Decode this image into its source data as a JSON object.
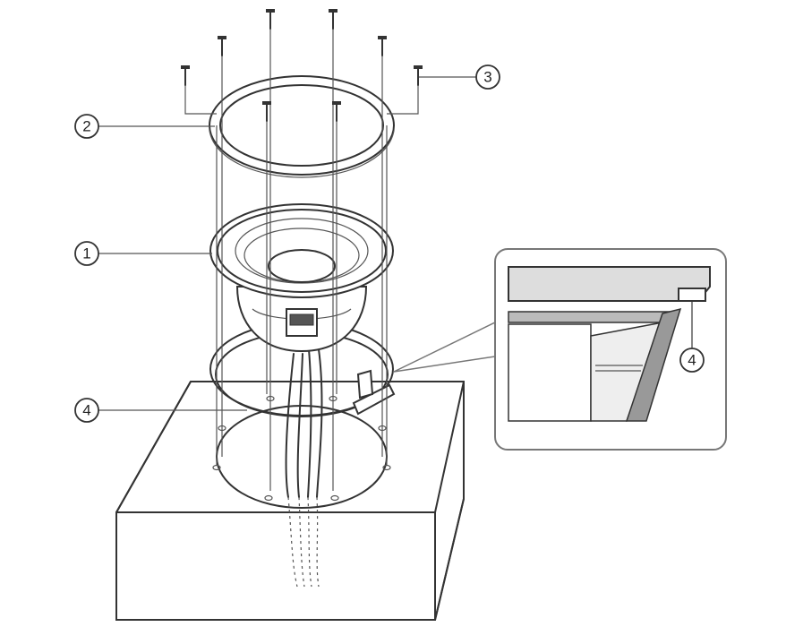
{
  "callouts": {
    "speaker": "1",
    "trim_ring": "2",
    "screws": "3",
    "gasket": "4",
    "gasket_detail": "4"
  },
  "colors": {
    "line": "#333333",
    "shade": "#c8c8c8",
    "dark": "#555555"
  }
}
